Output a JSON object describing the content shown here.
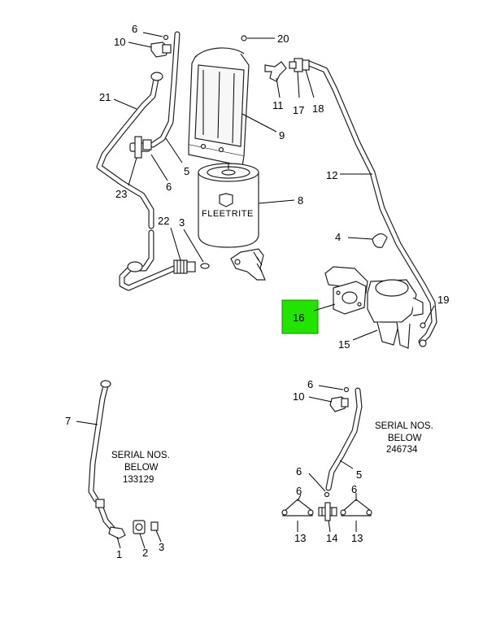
{
  "filter_brand": "FLEETRITE",
  "callouts": {
    "c6a": "6",
    "c10a": "10",
    "c20": "20",
    "c21": "21",
    "c11": "11",
    "c17": "17",
    "c18": "18",
    "c9": "9",
    "c5a": "5",
    "c12": "12",
    "c6b": "6",
    "c23": "23",
    "c8": "8",
    "c22": "22",
    "c3a": "3",
    "c4": "4",
    "c16": "16",
    "c19": "19",
    "c15": "15",
    "c7": "7",
    "c1": "1",
    "c2": "2",
    "c3b": "3",
    "c6c": "6",
    "c10b": "10",
    "c5b": "5",
    "c6d": "6",
    "c6e": "6",
    "c6f": "6",
    "c13a": "13",
    "c14": "14",
    "c13b": "13"
  },
  "notes": {
    "left": {
      "line1": "SERIAL NOS.",
      "line2": "BELOW",
      "line3": "133129"
    },
    "right": {
      "line1": "SERIAL NOS.",
      "line2": "BELOW",
      "line3": "246734"
    }
  },
  "highlight_color": "#22e400"
}
